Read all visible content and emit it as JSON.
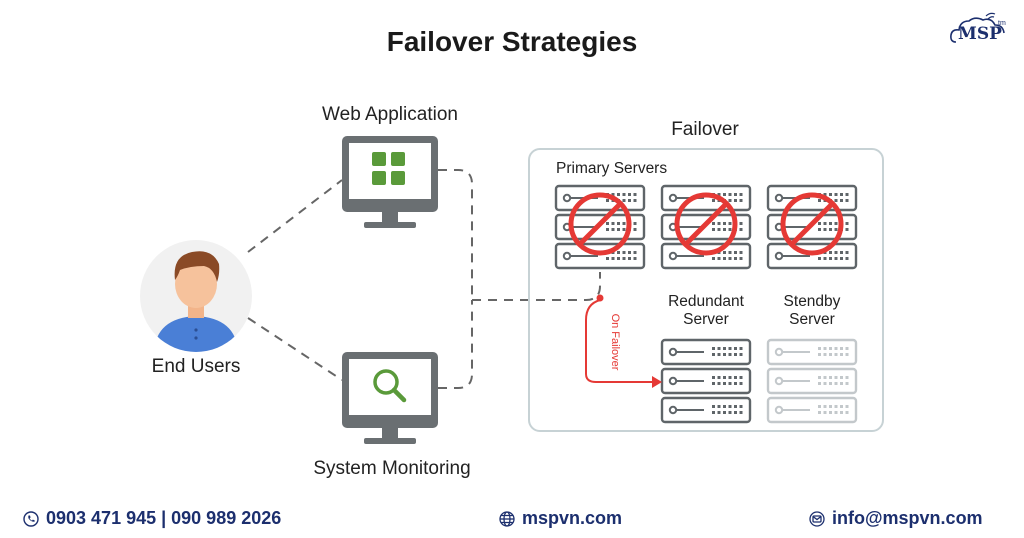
{
  "title": "Failover Strategies",
  "logo": {
    "text": "MSP",
    "tm": "tm"
  },
  "nodes": {
    "end_users": "End Users",
    "web_application": "Web Application",
    "system_monitoring": "System Monitoring",
    "failover": "Failover",
    "primary_servers": "Primary Servers",
    "redundant_server_line1": "Redundant",
    "redundant_server_line2": "Server",
    "standby_server_line1": "Stendby",
    "standby_server_line2": "Server",
    "on_failover": "On Failover"
  },
  "footer": {
    "phone": "0903 471 945  | 090 989 2026",
    "website": "mspvn.com",
    "email": "info@mspvn.com"
  },
  "colors": {
    "red": "#e53935",
    "green": "#5a9a3a",
    "brand": "#1c2f6e",
    "server": "#5f6569",
    "server_faded": "#c3c8cb"
  }
}
